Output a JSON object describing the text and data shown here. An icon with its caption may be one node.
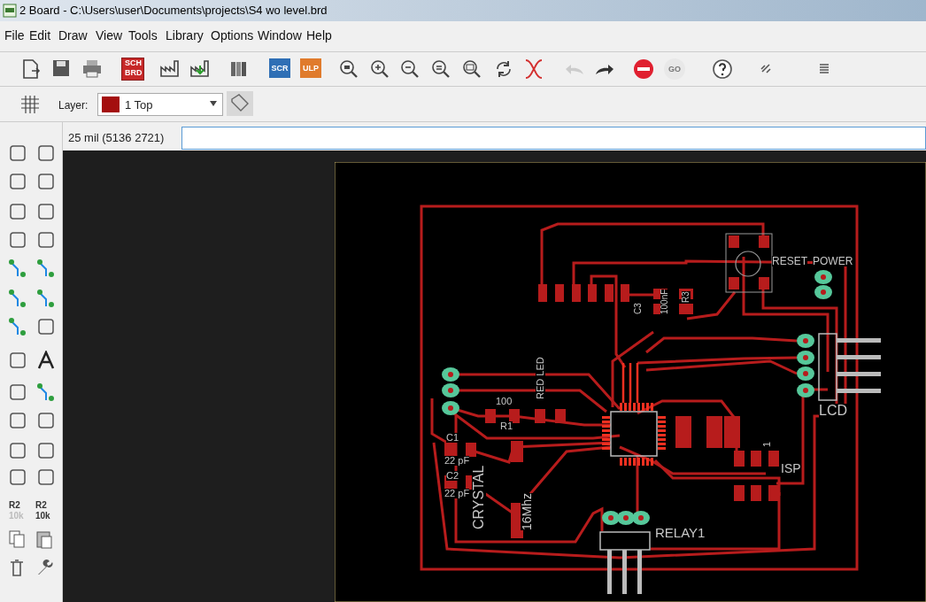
{
  "diagram": {
    "title": "2 Board - C:\\Users\\user\\Documents\\projects\\S4 wo level.brd",
    "labels": [
      "File",
      "Edit",
      "Draw",
      "View",
      "Tools",
      "Library",
      "Options",
      "Window",
      "Help",
      "SCH",
      "BRD",
      "SCR",
      "ULP",
      "GO",
      "Layer:",
      "1 Top",
      "25 mil (5136 2721)",
      "R2",
      "10k",
      "R2",
      "10k",
      "RESET",
      "POWER",
      "C3",
      "100nF",
      "R3",
      "LCD",
      "100",
      "RED LED",
      "R1",
      "C1",
      "22 pF",
      "C2",
      "22 pF",
      "CRYSTAL",
      "16Mhz",
      "RELAY1",
      "1",
      "ISP"
    ]
  }
}
